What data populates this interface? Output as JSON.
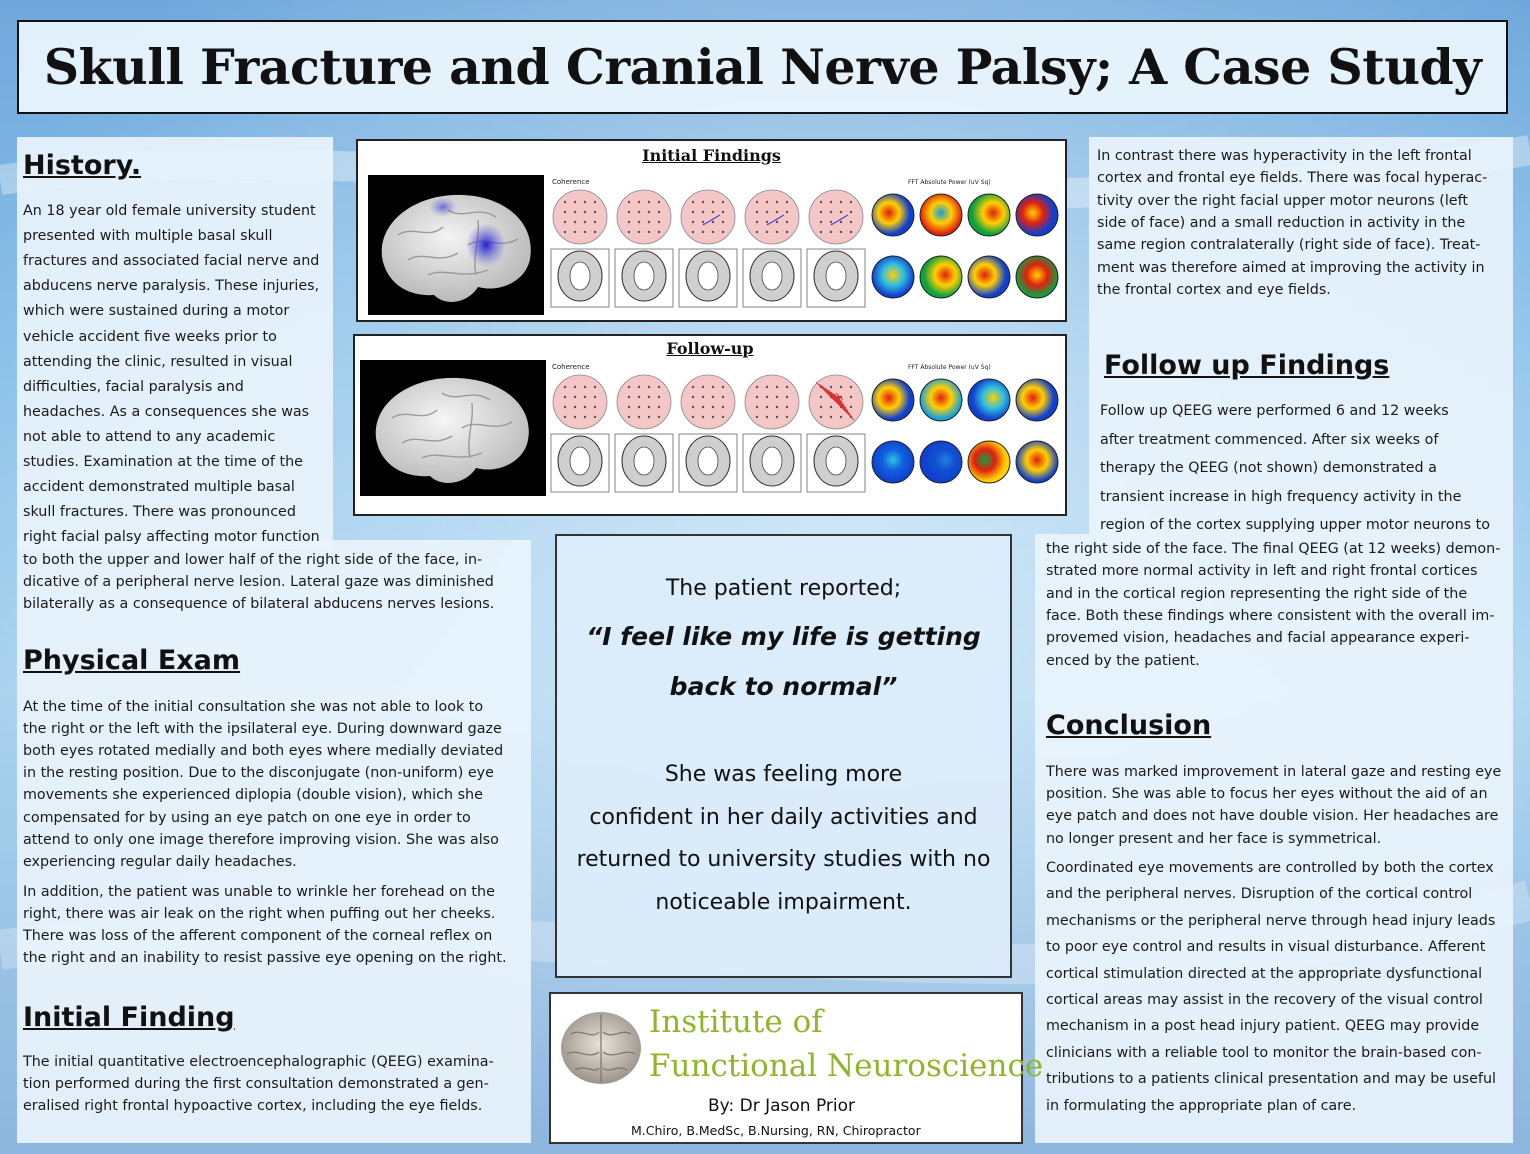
{
  "title": "Skull Fracture and Cranial Nerve Palsy; A Case Study",
  "history": {
    "heading": "History.",
    "lines": [
      "An 18 year old female university student",
      "presented  with multiple basal skull",
      "fractures and associated facial nerve and",
      "abducens nerve paralysis. These injuries,",
      "which were sustained during a motor",
      "vehicle accident five weeks prior to",
      "attending the clinic, resulted in visual",
      "difficulties, facial paralysis and",
      "headaches. As a consequences she was",
      "not able to attend to any academic",
      "studies. Examination at the time of the",
      "accident demonstrated multiple basal",
      "skull fractures. There was pronounced",
      "right facial palsy affecting motor function"
    ],
    "continued": [
      "to both the upper and lower half of the right side of the face, in-",
      "dicative of a peripheral nerve lesion. Lateral gaze was diminished",
      "bilaterally as a consequence of bilateral abducens nerves lesions."
    ]
  },
  "physical_exam": {
    "heading": "Physical Exam",
    "para1": [
      "At the time of the initial consultation she was not able to look to",
      "the right or the left with the ipsilateral eye. During downward gaze",
      "both eyes rotated medially and both eyes where medially deviated",
      "in the resting position. Due to the disconjugate (non-uniform) eye",
      "movements she experienced diplopia (double vision), which she",
      "compensated for by using an eye patch on one eye in order to",
      "attend to only one image therefore improving vision. She was also",
      "experiencing regular daily headaches."
    ],
    "para2": [
      "In addition, the patient was unable to wrinkle her forehead on the",
      "right, there was air leak on the right when puffing out her cheeks.",
      "There was loss of the afferent component of the corneal reflex on",
      "the right and an inability to resist passive eye opening on the right."
    ]
  },
  "initial_finding": {
    "heading": "Initial Finding",
    "lines": [
      "The initial quantitative electroencephalographic (QEEG) examina-",
      "tion performed during the first consultation demonstrated a gen-",
      "eralised right frontal hypoactive cortex, including the eye fields."
    ]
  },
  "figures": {
    "initial_title": "Initial Findings",
    "followup_title": "Follow-up",
    "coherence_label": "Coherence",
    "fft_label": "FFT Absolute Power (uV Sq)"
  },
  "contrast": {
    "lines": [
      "In contrast there was hyperactivity in the left frontal",
      "cortex and frontal eye fields. There was focal hyperac-",
      "tivity over the right facial upper motor neurons (left",
      "side of face) and a small reduction in activity in the",
      "same region contralaterally (right side of face). Treat-",
      "ment was therefore aimed at improving the activity in",
      "the frontal cortex and eye fields."
    ]
  },
  "followup": {
    "heading": "Follow up Findings",
    "lines": [
      "Follow up QEEG were performed 6 and 12 weeks",
      "after treatment commenced. After six weeks of",
      "therapy the QEEG (not shown) demonstrated a",
      "transient increase in high frequency activity in the",
      "region of the cortex supplying upper motor neurons to"
    ],
    "continued": [
      "the right side of the face. The final QEEG (at 12 weeks) demon-",
      "strated more normal activity in left and right frontal cortices",
      "and in the cortical region representing the right side of the",
      "face. Both these findings where consistent with the overall im-",
      "provemed vision, headaches and facial appearance experi-",
      "enced by the patient."
    ]
  },
  "quote": {
    "intro": "The patient reported;",
    "line1": "“I feel like my life is getting",
    "line2": "back to normal”",
    "after": [
      "She was feeling more",
      "confident in her daily activities and",
      "returned to university studies with no",
      "noticeable impairment."
    ]
  },
  "conclusion": {
    "heading": "Conclusion",
    "para1": [
      "There was marked improvement in lateral gaze and resting eye",
      "position. She was able to focus her eyes without the aid of an",
      "eye patch and does not have double vision. Her headaches are",
      "no longer present and her face is symmetrical."
    ],
    "para2": [
      "Coordinated eye movements are controlled by both the cortex",
      "and the peripheral nerves. Disruption of the cortical control",
      "mechanisms or the peripheral nerve through head injury leads",
      "to poor eye control and results in visual disturbance. Afferent",
      "cortical stimulation directed at the appropriate dysfunctional",
      "cortical areas may assist in the recovery of the visual control",
      "mechanism in a post head injury patient. QEEG may provide",
      "clinicians with a reliable tool to monitor the brain-based con-",
      "tributions to a patients clinical presentation and may be useful",
      "in formulating the appropriate plan of care."
    ]
  },
  "logo": {
    "line1": "Institute of",
    "line2": "Functional Neuroscience",
    "author": "By: Dr Jason Prior",
    "credentials": "M.Chiro, B.MedSc, B.Nursing, RN, Chiropractor"
  },
  "colors": {
    "logo_green": "#8fb52a",
    "background_blue": "#86bfe9",
    "panel": "#e8f3fc"
  }
}
